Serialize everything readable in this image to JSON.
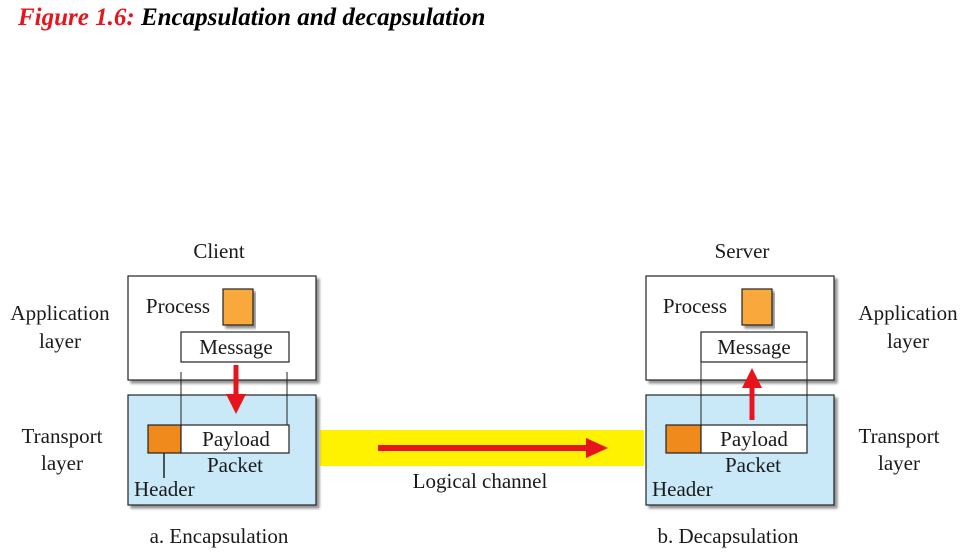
{
  "figure": {
    "number": "Figure 1.6:",
    "title": "Encapsulation and decapsulation"
  },
  "client": {
    "label": "Client",
    "process": "Process",
    "message": "Message",
    "payload": "Payload",
    "packet": "Packet",
    "header": "Header",
    "caption": "a. Encapsulation"
  },
  "server": {
    "label": "Server",
    "process": "Process",
    "message": "Message",
    "payload": "Payload",
    "packet": "Packet",
    "header": "Header",
    "caption": "b. Decapsulation"
  },
  "layers": {
    "application": [
      "Application",
      "layer"
    ],
    "transport": [
      "Transport",
      "layer"
    ]
  },
  "channel": {
    "label": "Logical channel"
  },
  "colors": {
    "title_number": "#e8141b",
    "arrow": "#e8141b",
    "process_box": "#f9a93a",
    "header_box": "#f08a1d",
    "transport_fill": "#c9e9f8",
    "channel": "#fff200"
  }
}
